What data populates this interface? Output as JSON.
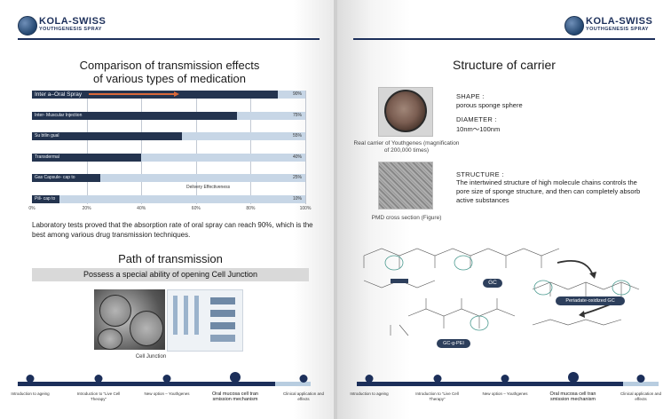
{
  "brand": {
    "name": "KOLA-SWISS",
    "tagline": "YOUTHGENESIS SPRAY",
    "accent": "#1c2f5a"
  },
  "left": {
    "title_line1": "Comparison of transmission effects",
    "title_line2": "of various types of medication",
    "chart_data": {
      "type": "bar",
      "orientation": "horizontal",
      "categories": [
        "Inter a–Oral Spray",
        "Inter- Muscular Injection",
        "Su btlin gual",
        "Transdermal",
        "Gas Capsule- cap to",
        "Pill- cap to"
      ],
      "values": [
        90,
        75,
        55,
        40,
        25,
        10
      ],
      "value_labels": [
        "90%",
        "75%",
        "55%",
        "40%",
        "25%",
        "10%"
      ],
      "xlabel": "Delivery Effectiveness",
      "xticks": [
        "0%",
        "20%",
        "40%",
        "60%",
        "80%",
        "100%"
      ],
      "xlim": [
        0,
        100
      ],
      "bar_color": "#24344f",
      "track_color": "#c7d6e6",
      "arrow_color": "#d9683a"
    },
    "paragraph": "Laboratory tests proved that the absorption rate of oral spray can reach 90%, which is the best among various drug transmission techniques.",
    "section_title": "Path of transmission",
    "banner": "Possess a special ability of opening Cell Junction",
    "image_caption": "Cell  Junction",
    "timeline": [
      {
        "label": "Introduction to ageing",
        "active": false
      },
      {
        "label": "Introduction to “Live Cell Therapy”",
        "active": false
      },
      {
        "label": "New option – Youthgenes",
        "active": false
      },
      {
        "label": "Oral mucosa cell tran smission mechanism",
        "active": true
      },
      {
        "label": "Clinical application and effects",
        "active": false
      }
    ]
  },
  "right": {
    "title": "Structure of carrier",
    "img1_caption": "Real carrier of  Youthgenes (magnification of 200,000 times)",
    "img2_caption": "PMD cross section (Figure)",
    "shape_label": "SHAPE :",
    "shape_value": "porous sponge sphere",
    "diameter_label": "DIAMETER :",
    "diameter_value": "10nm～100nm",
    "structure_label": "STRUCTURE :",
    "structure_value": "The intertwined structure of high molecule chains controls the pore size of sponge structure, and then can completely absorb active substances",
    "diagram_labels": {
      "gc": "GC",
      "periodate": "Periadate-oxidized GC",
      "gcpei": "GC-g-PEI"
    },
    "timeline": [
      {
        "label": "Introduction to ageing",
        "active": false
      },
      {
        "label": "Introduction to “Live Cell Therapy”",
        "active": false
      },
      {
        "label": "New option – Youthgenes",
        "active": false
      },
      {
        "label": "Oral mucosa cell tran smission mechanism",
        "active": true
      },
      {
        "label": "Clinical application and effects",
        "active": false
      }
    ]
  }
}
